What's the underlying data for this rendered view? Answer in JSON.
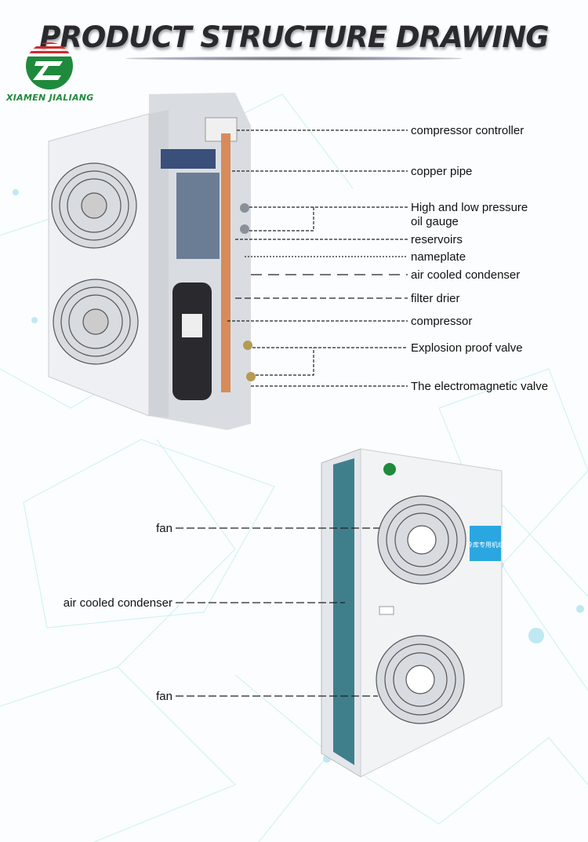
{
  "header": {
    "title": "PRODUCT STRUCTURE DRAWING",
    "brand": "XIAMEN JIALIANG"
  },
  "unit1_labels": [
    {
      "id": "compressor-controller",
      "text": "compressor controller"
    },
    {
      "id": "copper-pipe",
      "text": "copper pipe"
    },
    {
      "id": "pressure-gauge",
      "text": "High and low pressure",
      "text2": "oil gauge"
    },
    {
      "id": "reservoirs",
      "text": "reservoirs"
    },
    {
      "id": "nameplate",
      "text": "nameplate"
    },
    {
      "id": "air-cooled-condenser",
      "text": "air cooled condenser"
    },
    {
      "id": "filter-drier",
      "text": "filter drier"
    },
    {
      "id": "compressor",
      "text": "compressor"
    },
    {
      "id": "explosion-proof-valve",
      "text": "Explosion proof valve"
    },
    {
      "id": "electromagnetic-valve",
      "text": "The electromagnetic valve"
    }
  ],
  "unit2_labels": [
    {
      "id": "fan-top",
      "text": "fan"
    },
    {
      "id": "air-cooled-condenser-2",
      "text": "air cooled condenser"
    },
    {
      "id": "fan-bottom",
      "text": "fan"
    }
  ],
  "unit2_sticker": "冷库专用机组",
  "colors": {
    "logo_green": "#1f8a3c",
    "logo_red": "#d32a2a",
    "sticker_blue": "#2aa7e0",
    "net": "#bfe8ee"
  }
}
